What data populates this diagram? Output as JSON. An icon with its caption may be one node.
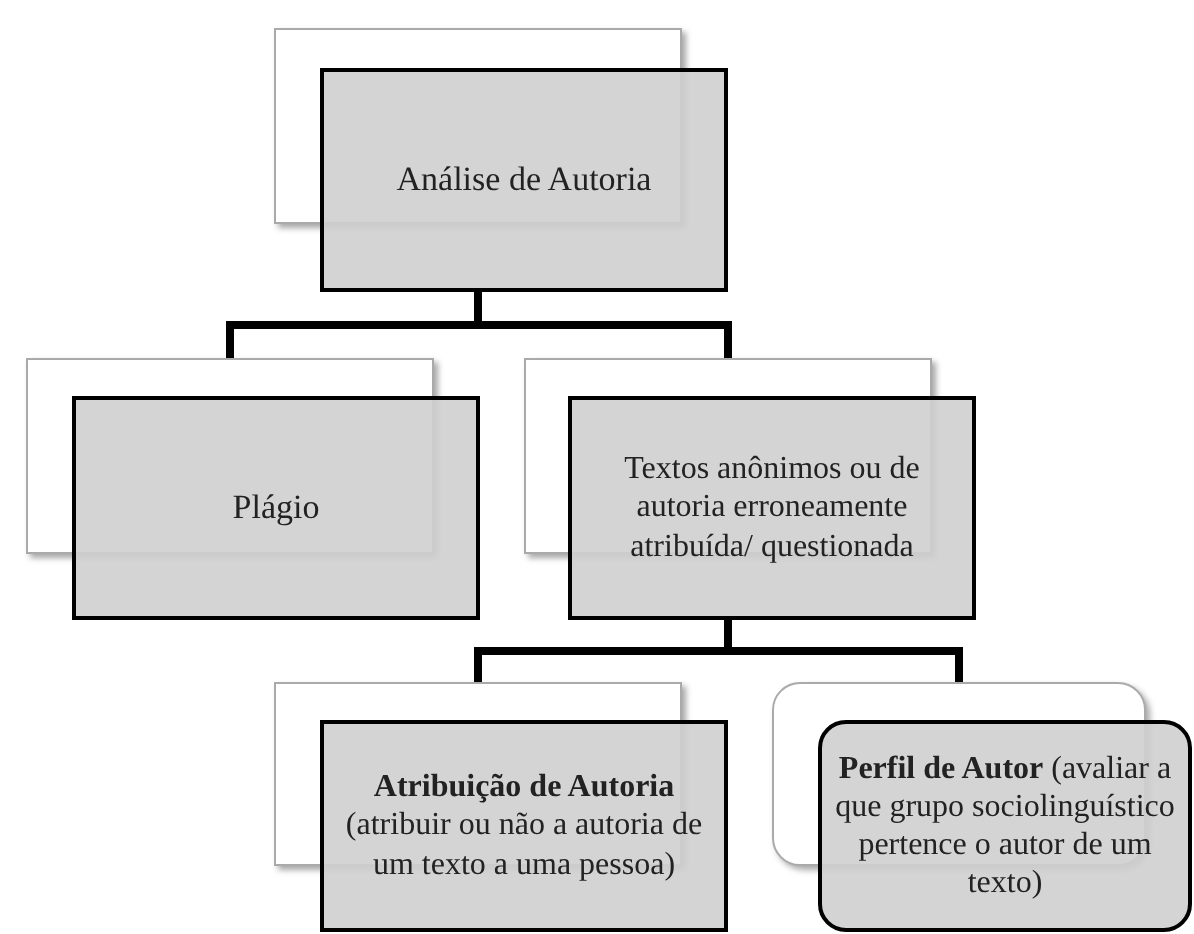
{
  "diagram": {
    "nodes": [
      {
        "text": [
          "Análise de Autoria"
        ]
      },
      {
        "text": [
          "Plágio"
        ]
      },
      {
        "text": [
          "Textos anônimos ou de autoria erroneamente atribuída/ questionada"
        ]
      },
      {
        "text": [
          "**Atribuição de Autoria** (atribuir ou não a autoria de um texto a uma pessoa)"
        ]
      },
      {
        "text": [
          "**Perfil de Autor** (avaliar a que grupo sociolinguístico pertence o autor de um texto)"
        ]
      }
    ],
    "edges": [
      {
        "from": 0,
        "to": 1,
        "arrow": "none"
      },
      {
        "from": 0,
        "to": 2,
        "arrow": "none"
      },
      {
        "from": 2,
        "to": 3,
        "arrow": "none"
      },
      {
        "from": 2,
        "to": 4,
        "arrow": "none"
      }
    ]
  }
}
